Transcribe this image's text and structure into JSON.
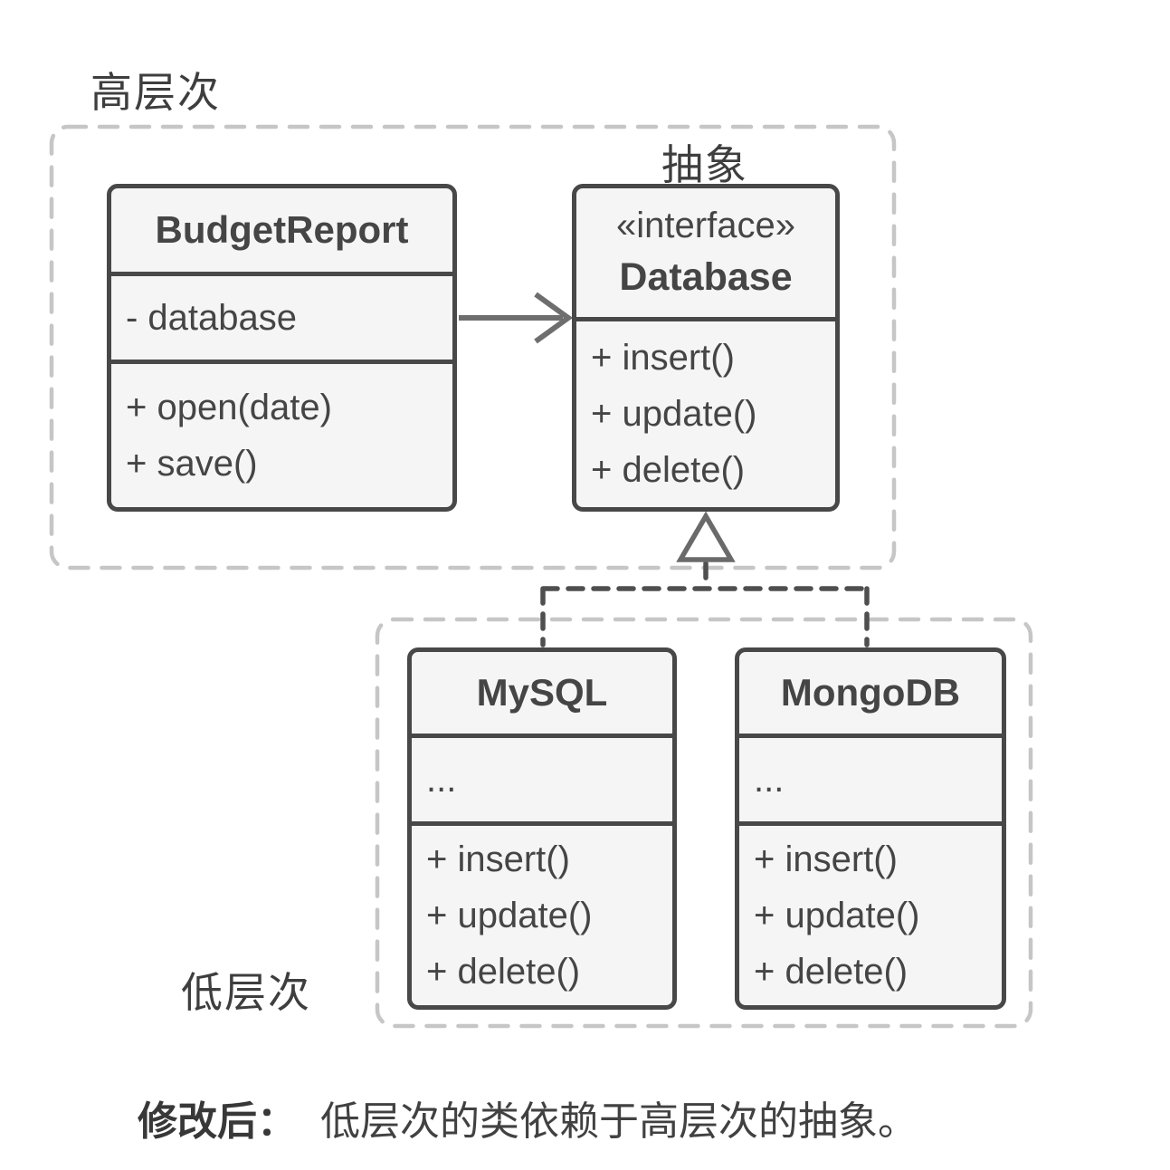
{
  "labels": {
    "high_level": "高层次",
    "low_level": "低层次",
    "abstraction": "抽象"
  },
  "caption": {
    "prefix": "修改后：",
    "text": "低层次的类依赖于高层次的抽象。"
  },
  "classes": {
    "budget_report": {
      "name": "BudgetReport",
      "attributes": [
        "- database"
      ],
      "methods": [
        "+ open(date)",
        "+ save()"
      ]
    },
    "database": {
      "stereotype": "«interface»",
      "name": "Database",
      "methods": [
        "+ insert()",
        "+ update()",
        "+ delete()"
      ]
    },
    "mysql": {
      "name": "MySQL",
      "attributes": [
        "..."
      ],
      "methods": [
        "+ insert()",
        "+ update()",
        "+ delete()"
      ]
    },
    "mongodb": {
      "name": "MongoDB",
      "attributes": [
        "..."
      ],
      "methods": [
        "+ insert()",
        "+ update()",
        "+ delete()"
      ]
    }
  },
  "relations": {
    "association": "BudgetReport → Database",
    "realization": "MySQL, MongoDB ⊳ Database"
  },
  "colors": {
    "background": "#ffffff",
    "box_fill": "#f5f5f5",
    "box_border": "#484848",
    "text": "#454545",
    "container_dash": "#c6c6c6",
    "connector_dash": "#4f4f4f",
    "arrow": "#6e6e6e"
  }
}
